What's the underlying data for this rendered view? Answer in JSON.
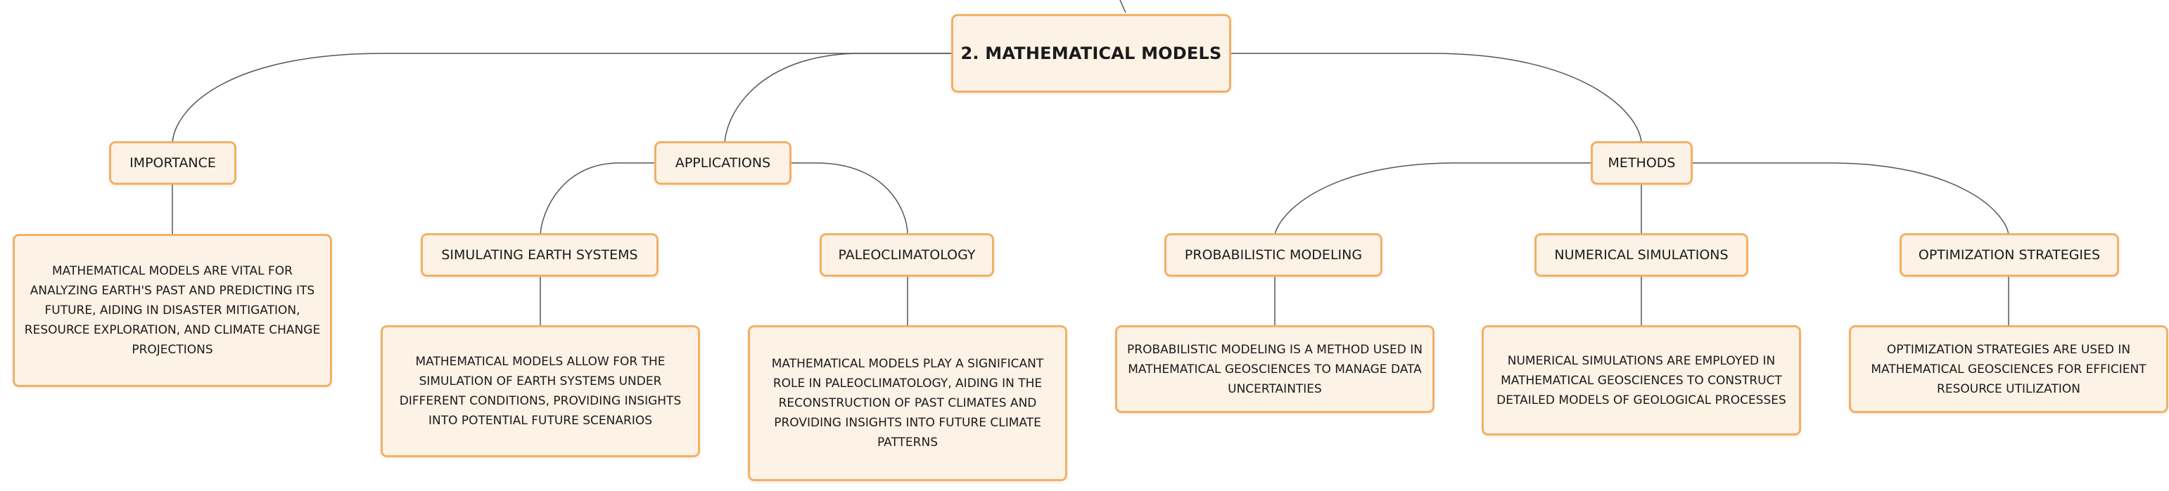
{
  "colors": {
    "node_fill": "#fdf2e6",
    "node_border": "#f2b066",
    "connector": "#555555",
    "text": "#1a1a1a"
  },
  "root": {
    "title": "2. MATHEMATICAL MODELS"
  },
  "branches": {
    "importance": {
      "label": "IMPORTANCE",
      "description": "MATHEMATICAL MODELS ARE VITAL FOR ANALYZING EARTH'S PAST AND PREDICTING ITS FUTURE, AIDING IN DISASTER MITIGATION, RESOURCE EXPLORATION, AND CLIMATE CHANGE PROJECTIONS"
    },
    "applications": {
      "label": "APPLICATIONS",
      "children": [
        {
          "label": "SIMULATING EARTH SYSTEMS",
          "description": "MATHEMATICAL MODELS ALLOW FOR THE SIMULATION OF EARTH SYSTEMS UNDER DIFFERENT CONDITIONS, PROVIDING INSIGHTS INTO POTENTIAL FUTURE SCENARIOS"
        },
        {
          "label": "PALEOCLIMATOLOGY",
          "description": "MATHEMATICAL MODELS PLAY A SIGNIFICANT ROLE IN PALEOCLIMATOLOGY, AIDING IN THE RECONSTRUCTION OF PAST CLIMATES AND PROVIDING INSIGHTS INTO FUTURE CLIMATE PATTERNS"
        }
      ]
    },
    "methods": {
      "label": "METHODS",
      "children": [
        {
          "label": "PROBABILISTIC MODELING",
          "description": "PROBABILISTIC MODELING IS A METHOD USED IN MATHEMATICAL GEOSCIENCES TO MANAGE DATA UNCERTAINTIES"
        },
        {
          "label": "NUMERICAL SIMULATIONS",
          "description": "NUMERICAL SIMULATIONS ARE EMPLOYED IN MATHEMATICAL GEOSCIENCES TO CONSTRUCT DETAILED MODELS OF GEOLOGICAL PROCESSES"
        },
        {
          "label": "OPTIMIZATION STRATEGIES",
          "description": "OPTIMIZATION STRATEGIES ARE USED IN MATHEMATICAL GEOSCIENCES FOR EFFICIENT RESOURCE UTILIZATION"
        }
      ]
    }
  }
}
